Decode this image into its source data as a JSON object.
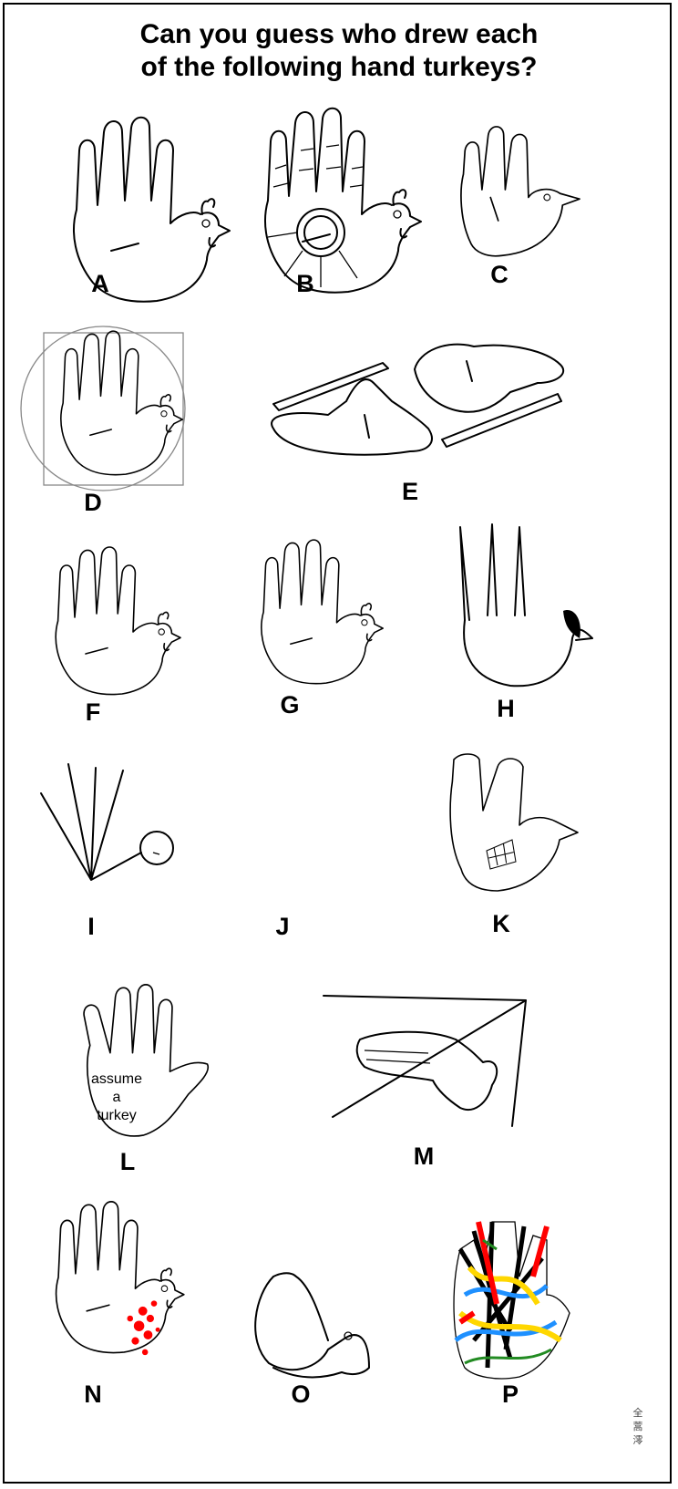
{
  "title": {
    "line1": "Can you guess who drew each",
    "line2": "of the following hand turkeys?"
  },
  "labels": {
    "A": "A",
    "B": "B",
    "C": "C",
    "D": "D",
    "E": "E",
    "F": "F",
    "G": "G",
    "H": "H",
    "I": "I",
    "J": "J",
    "K": "K",
    "L": "L",
    "M": "M",
    "N": "N",
    "O": "O",
    "P": "P"
  },
  "turkey_l_text": {
    "line1": "assume",
    "line2": "a",
    "line3": "turkey"
  },
  "artist_signature": [
    "全",
    "蒿",
    "澪"
  ],
  "colors": {
    "ink": "#000000",
    "blood": "#ff0000",
    "scribble": [
      "#000000",
      "#1e90ff",
      "#ffd700",
      "#ff0000",
      "#228b22"
    ]
  }
}
